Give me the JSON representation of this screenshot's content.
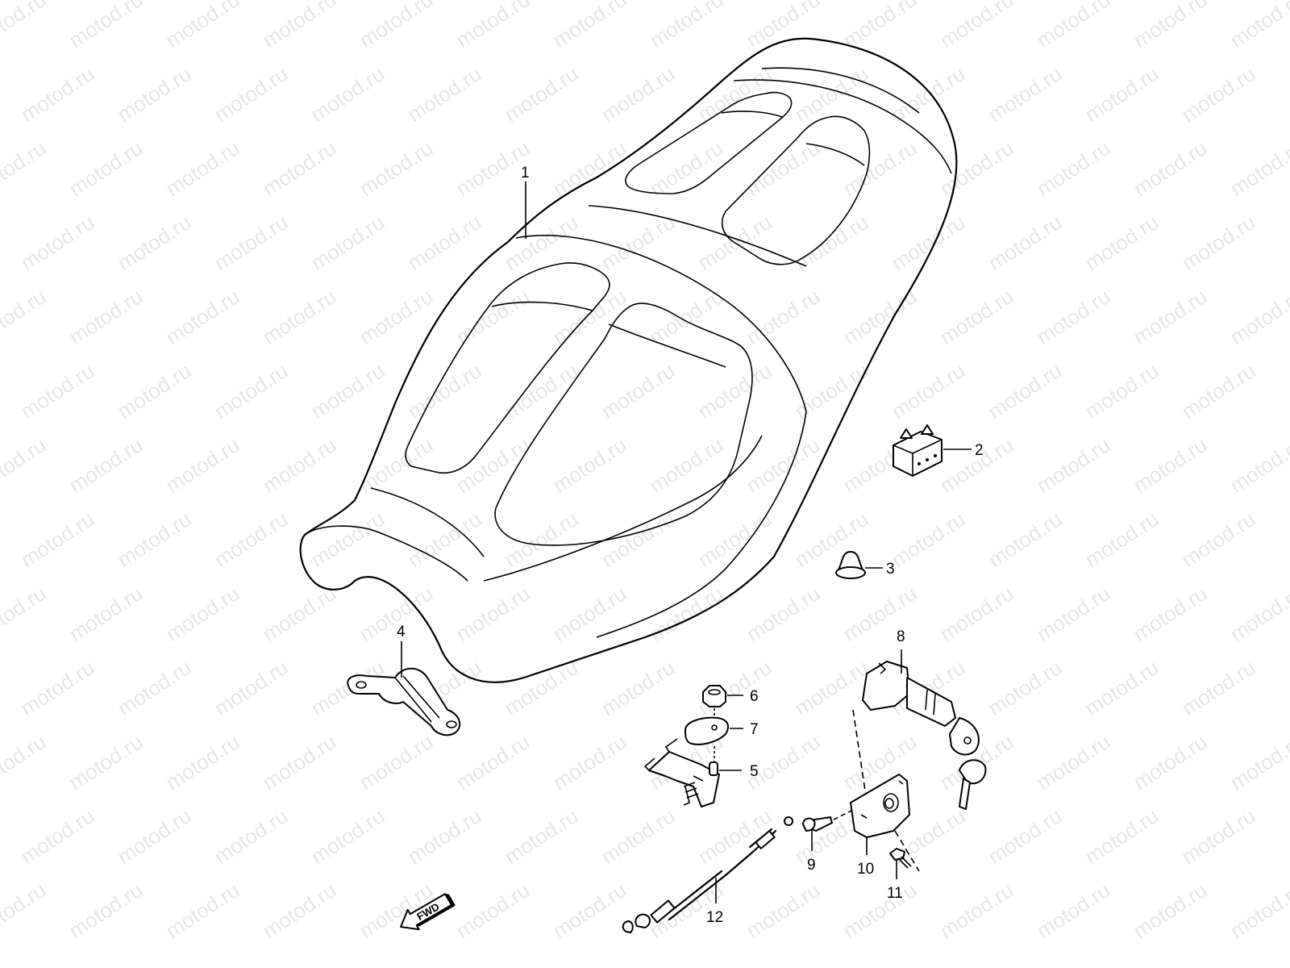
{
  "watermark": {
    "text": "motod.ru",
    "color": "#e6e6e6"
  },
  "direction_arrow": {
    "label": "FWD",
    "icon": "arrow-left-down-icon"
  },
  "callouts": [
    {
      "number": "1",
      "part": "seat"
    },
    {
      "number": "2",
      "part": "cushion-block"
    },
    {
      "number": "3",
      "part": "rubber-cushion"
    },
    {
      "number": "4",
      "part": "seat-bracket"
    },
    {
      "number": "5",
      "part": "seat-hook"
    },
    {
      "number": "6",
      "part": "nut"
    },
    {
      "number": "7",
      "part": "plate"
    },
    {
      "number": "8",
      "part": "seat-lock-with-keys"
    },
    {
      "number": "9",
      "part": "bolt"
    },
    {
      "number": "10",
      "part": "lock-bracket"
    },
    {
      "number": "11",
      "part": "screw"
    },
    {
      "number": "12",
      "part": "lock-cable"
    }
  ]
}
